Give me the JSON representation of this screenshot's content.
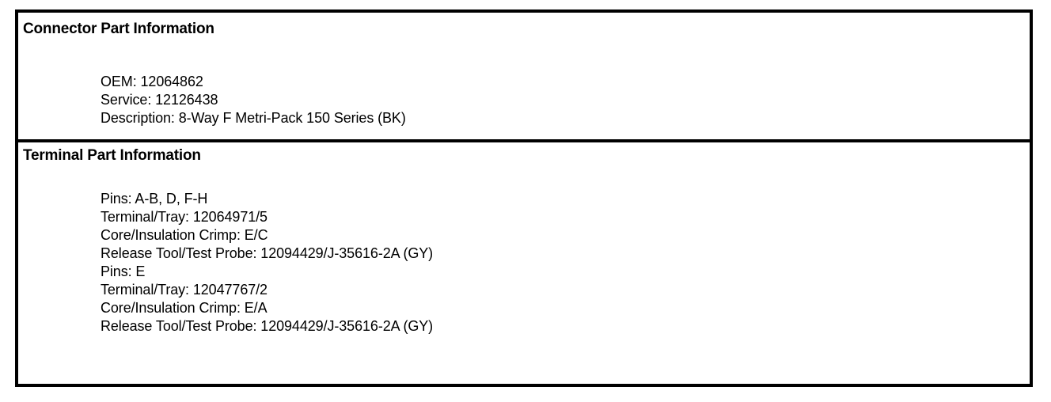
{
  "document": {
    "background_color": "#ffffff",
    "border_color": "#000000",
    "text_color": "#000000"
  },
  "sections": [
    {
      "title": "Connector Part Information",
      "lines": [
        "OEM: 12064862",
        "Service: 12126438",
        "Description: 8-Way F Metri-Pack 150 Series (BK)"
      ]
    },
    {
      "title": "Terminal Part Information",
      "lines": [
        "Pins: A-B, D, F-H",
        "Terminal/Tray: 12064971/5",
        "Core/Insulation Crimp: E/C",
        "Release Tool/Test Probe: 12094429/J-35616-2A (GY)",
        "Pins: E",
        "Terminal/Tray: 12047767/2",
        "Core/Insulation Crimp: E/A",
        "Release Tool/Test Probe: 12094429/J-35616-2A (GY)"
      ]
    }
  ]
}
